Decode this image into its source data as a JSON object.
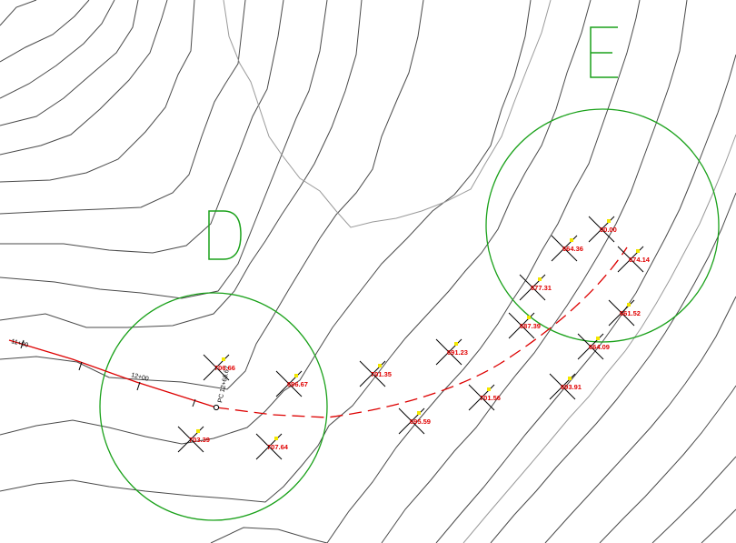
{
  "colors": {
    "contour": "#4a4a4a",
    "contour_light": "#9a9a9a",
    "circle": "#1aa11a",
    "centerline": "#dd0000",
    "spot_label": "#e00000",
    "spot_marker": "#f2e600"
  },
  "area_labels": {
    "d": "D",
    "e": "E"
  },
  "stations": {
    "s11": "11+00",
    "s12": "12+00",
    "curve": "PC 12+68.67"
  },
  "spot_elevations": [
    {
      "label": "706.66"
    },
    {
      "label": "696.67"
    },
    {
      "label": "703.39"
    },
    {
      "label": "707.64"
    },
    {
      "label": "701.35"
    },
    {
      "label": "691.23"
    },
    {
      "label": "695.59"
    },
    {
      "label": "701.56"
    },
    {
      "label": "687.39"
    },
    {
      "label": "677.31"
    },
    {
      "label": "664.36"
    },
    {
      "label": "00.00"
    },
    {
      "label": "674.14"
    },
    {
      "label": "661.52"
    },
    {
      "label": "664.09"
    },
    {
      "label": "693.91"
    }
  ]
}
